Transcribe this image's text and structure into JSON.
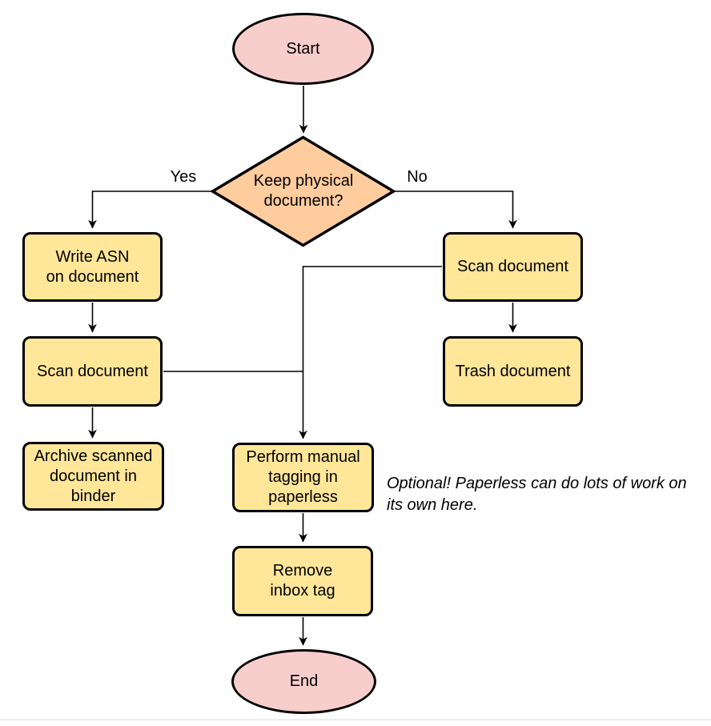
{
  "colors": {
    "terminal_fill": "#f8cecc",
    "decision_fill": "#ffcc9e",
    "process_fill": "#ffe699",
    "stroke": "#000000"
  },
  "nodes": {
    "start": {
      "label": "Start"
    },
    "decision": {
      "label": "Keep physical\ndocument?"
    },
    "write_asn": {
      "label": "Write ASN\non document"
    },
    "scan_left": {
      "label": "Scan document"
    },
    "archive": {
      "label": "Archive scanned\ndocument in\nbinder"
    },
    "scan_right": {
      "label": "Scan document"
    },
    "trash": {
      "label": "Trash document"
    },
    "tagging": {
      "label": "Perform manual\ntagging in\npaperless"
    },
    "remove_inbox": {
      "label": "Remove\ninbox tag"
    },
    "end": {
      "label": "End"
    }
  },
  "edge_labels": {
    "yes": "Yes",
    "no": "No"
  },
  "annotation": {
    "text": "Optional! Paperless can do lots of work on\nits own here."
  }
}
